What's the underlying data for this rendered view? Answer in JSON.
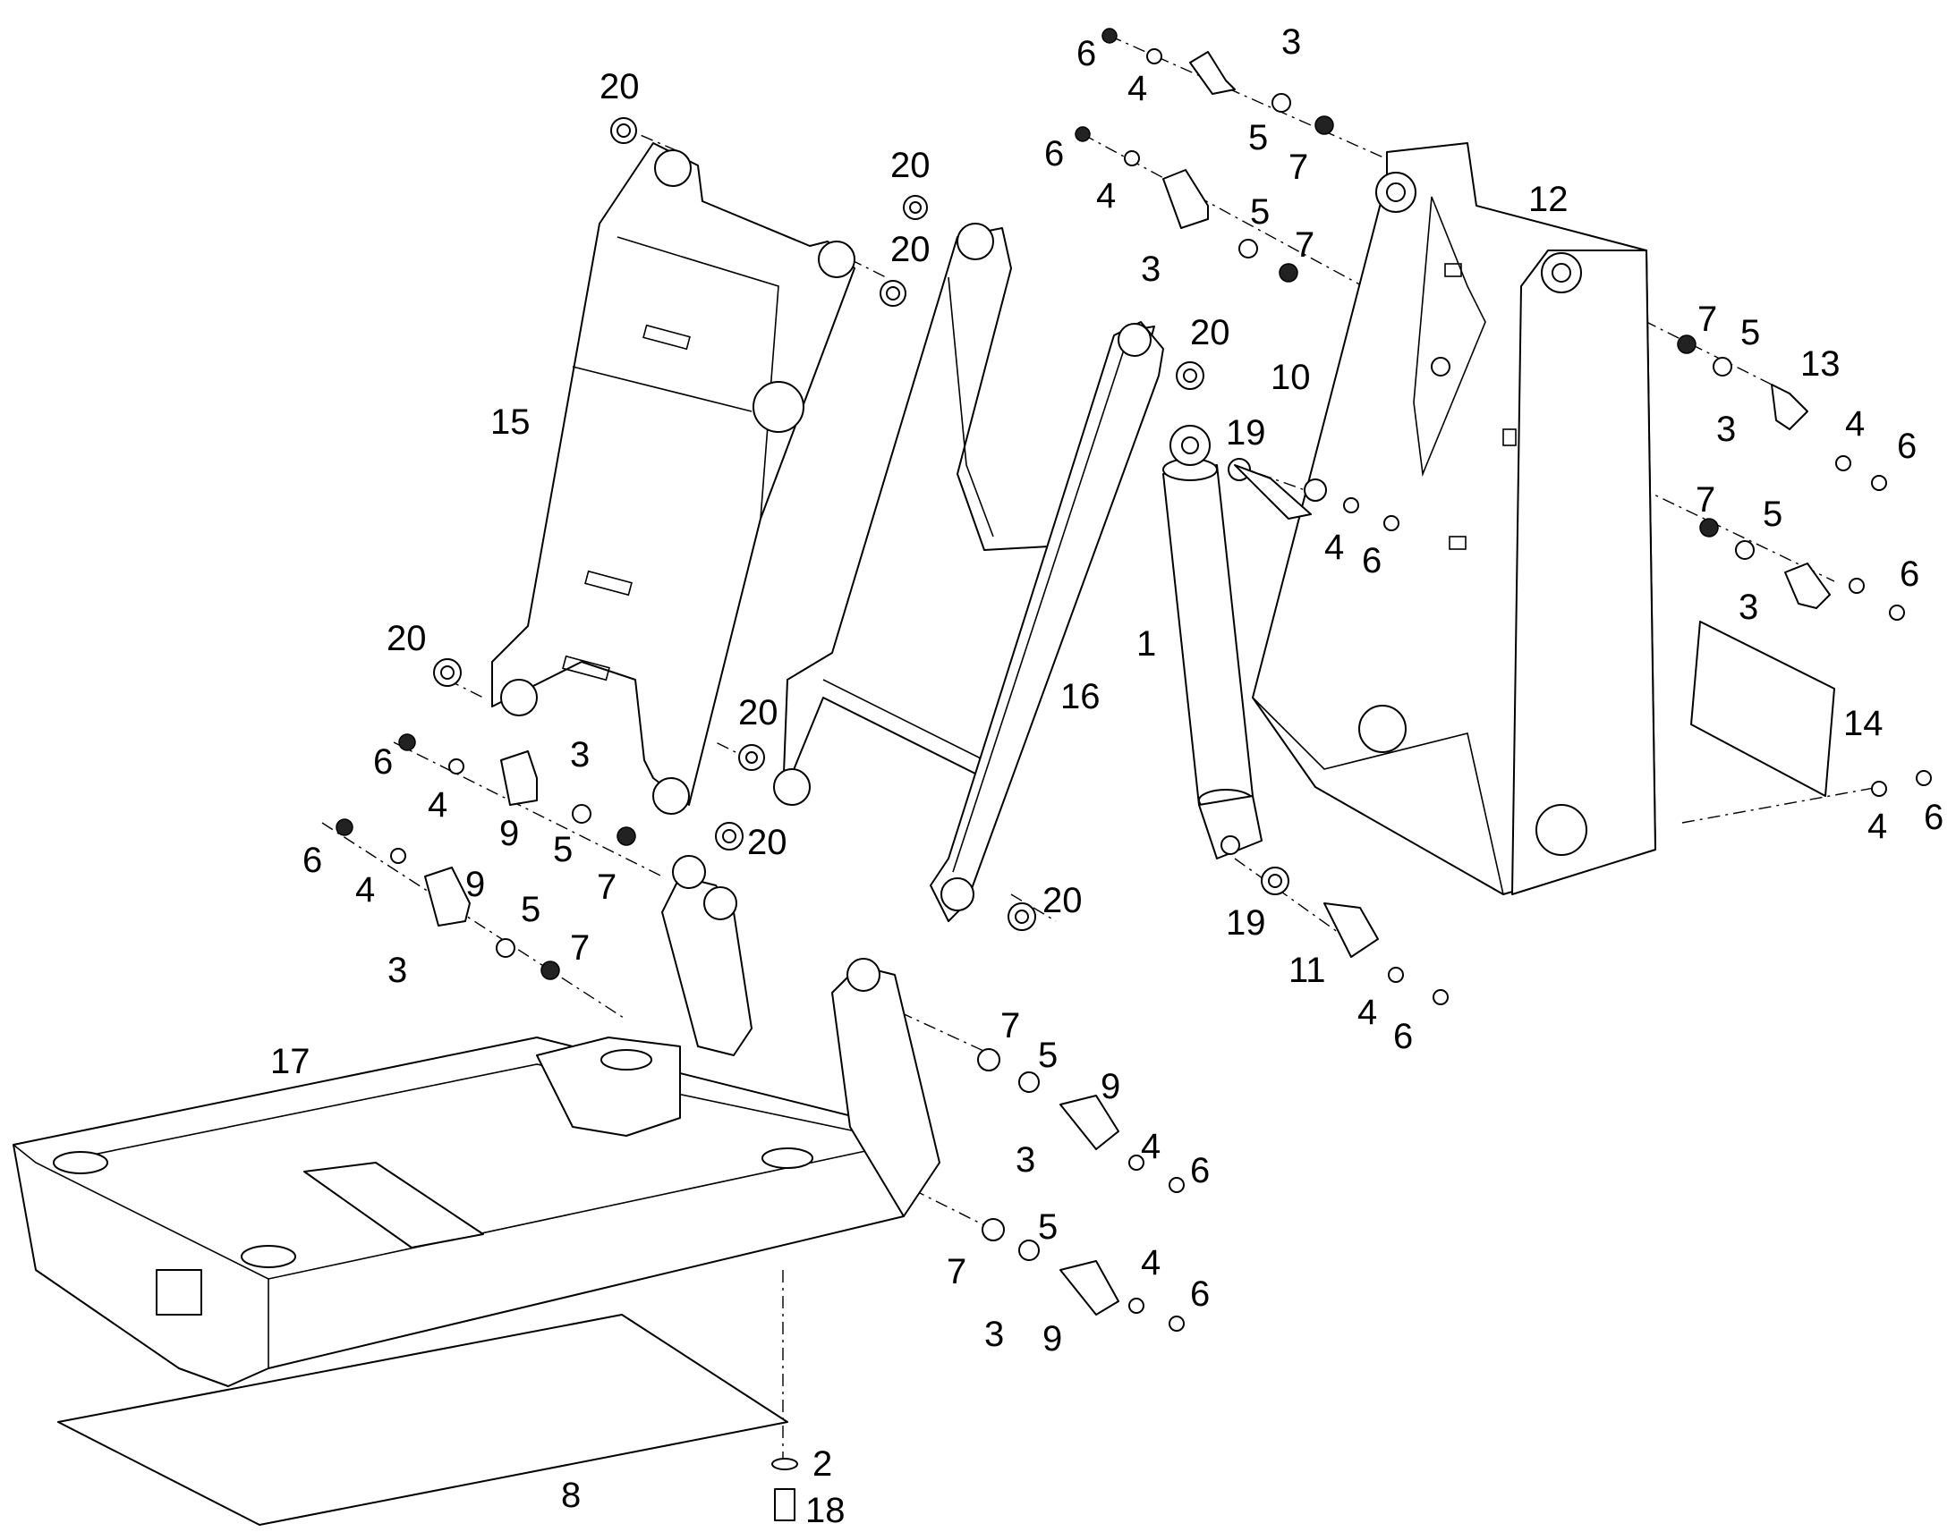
{
  "callouts": [
    {
      "id": "c-6a",
      "text": "6"
    },
    {
      "id": "c-4a",
      "text": "4"
    },
    {
      "id": "c-3a",
      "text": "3"
    },
    {
      "id": "c-5a",
      "text": "5"
    },
    {
      "id": "c-7a",
      "text": "7"
    },
    {
      "id": "c-6b",
      "text": "6"
    },
    {
      "id": "c-4b",
      "text": "4"
    },
    {
      "id": "c-3b",
      "text": "3"
    },
    {
      "id": "c-5b",
      "text": "5"
    },
    {
      "id": "c-7b",
      "text": "7"
    },
    {
      "id": "c-12",
      "text": "12"
    },
    {
      "id": "c-7c",
      "text": "7"
    },
    {
      "id": "c-5c",
      "text": "5"
    },
    {
      "id": "c-13",
      "text": "13"
    },
    {
      "id": "c-3c",
      "text": "3"
    },
    {
      "id": "c-4c",
      "text": "4"
    },
    {
      "id": "c-6c",
      "text": "6"
    },
    {
      "id": "c-7d",
      "text": "7"
    },
    {
      "id": "c-5d",
      "text": "5"
    },
    {
      "id": "c-6d",
      "text": "6"
    },
    {
      "id": "c-3d",
      "text": "3"
    },
    {
      "id": "c-14",
      "text": "14"
    },
    {
      "id": "c-4e",
      "text": "4"
    },
    {
      "id": "c-6e",
      "text": "6"
    },
    {
      "id": "c-10",
      "text": "10"
    },
    {
      "id": "c-19a",
      "text": "19"
    },
    {
      "id": "c-4f",
      "text": "4"
    },
    {
      "id": "c-6f",
      "text": "6"
    },
    {
      "id": "c-1",
      "text": "1"
    },
    {
      "id": "c-19b",
      "text": "19"
    },
    {
      "id": "c-11",
      "text": "11"
    },
    {
      "id": "c-4g",
      "text": "4"
    },
    {
      "id": "c-6g",
      "text": "6"
    },
    {
      "id": "c-20a",
      "text": "20"
    },
    {
      "id": "c-20b",
      "text": "20"
    },
    {
      "id": "c-20c",
      "text": "20"
    },
    {
      "id": "c-20d",
      "text": "20"
    },
    {
      "id": "c-20e",
      "text": "20"
    },
    {
      "id": "c-20f",
      "text": "20"
    },
    {
      "id": "c-20g",
      "text": "20"
    },
    {
      "id": "c-20h",
      "text": "20"
    },
    {
      "id": "c-15",
      "text": "15"
    },
    {
      "id": "c-16",
      "text": "16"
    },
    {
      "id": "c-6h",
      "text": "6"
    },
    {
      "id": "c-3h",
      "text": "3"
    },
    {
      "id": "c-4h",
      "text": "4"
    },
    {
      "id": "c-9h",
      "text": "9"
    },
    {
      "id": "c-5h",
      "text": "5"
    },
    {
      "id": "c-7h",
      "text": "7"
    },
    {
      "id": "c-6i",
      "text": "6"
    },
    {
      "id": "c-9i",
      "text": "9"
    },
    {
      "id": "c-4i",
      "text": "4"
    },
    {
      "id": "c-5i",
      "text": "5"
    },
    {
      "id": "c-7i",
      "text": "7"
    },
    {
      "id": "c-3i",
      "text": "3"
    },
    {
      "id": "c-17",
      "text": "17"
    },
    {
      "id": "c-7j",
      "text": "7"
    },
    {
      "id": "c-5j",
      "text": "5"
    },
    {
      "id": "c-9j",
      "text": "9"
    },
    {
      "id": "c-3j",
      "text": "3"
    },
    {
      "id": "c-4j",
      "text": "4"
    },
    {
      "id": "c-6j",
      "text": "6"
    },
    {
      "id": "c-5k",
      "text": "5"
    },
    {
      "id": "c-4k",
      "text": "4"
    },
    {
      "id": "c-7k",
      "text": "7"
    },
    {
      "id": "c-6k",
      "text": "6"
    },
    {
      "id": "c-3k",
      "text": "3"
    },
    {
      "id": "c-9k",
      "text": "9"
    },
    {
      "id": "c-2",
      "text": "2"
    },
    {
      "id": "c-8",
      "text": "8"
    },
    {
      "id": "c-18",
      "text": "18"
    }
  ]
}
